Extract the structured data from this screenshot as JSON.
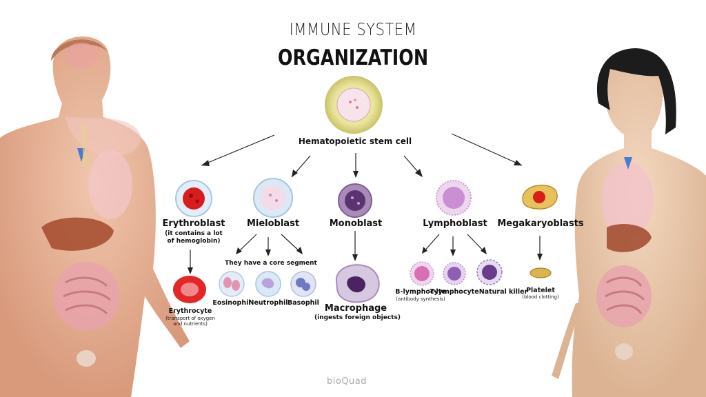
{
  "title": {
    "line1": "IMMUNE SYSTEM",
    "line2": "ORGANIZATION"
  },
  "stem_cell": {
    "label": "Hematopoietic stem cell"
  },
  "lineages": {
    "erythroblast": {
      "label": "Erythroblast",
      "note": "(it contains a lot\nof hemoglobin)"
    },
    "mieloblast": {
      "label": "Mieloblast",
      "note": "They have a core segment"
    },
    "monoblast": {
      "label": "Monoblast"
    },
    "lymphoblast": {
      "label": "Lymphoblast"
    },
    "megakaryoblasts": {
      "label": "Megakaryoblasts"
    }
  },
  "mature_cells": {
    "erythrocyte": {
      "label": "Erythrocyte",
      "note": "(transport of oxygen\nand nutrients)"
    },
    "eosinophil": {
      "label": "Eosinophil"
    },
    "neutrophil": {
      "label": "Neutrophil"
    },
    "basophil": {
      "label": "Basophil"
    },
    "macrophage": {
      "label": "Macrophage",
      "note": "(ingests foreign objects)"
    },
    "b_lymphocyte": {
      "label": "B-lymphocyte",
      "note": "(antibody synthesis)"
    },
    "t_lymphocyte": {
      "label": "T-lymphocyte"
    },
    "natural_killer": {
      "label": "Natural killer"
    },
    "platelet": {
      "label": "Platelet",
      "note": "(blood clotting)"
    }
  },
  "logo": "bioQuad",
  "colors": {
    "erythro_red": "#d91c1c",
    "lymph_purple": "#9b59b6",
    "skin": "#e8b89a"
  }
}
